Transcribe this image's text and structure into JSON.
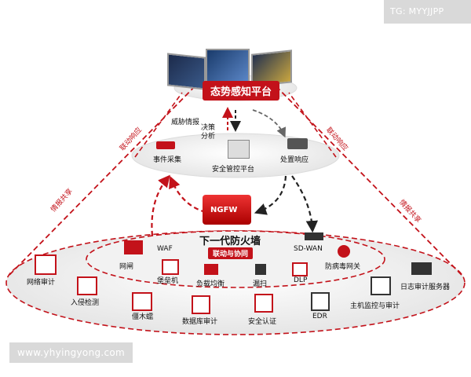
{
  "watermark_top": "TG: MYYJJPP",
  "watermark_bottom": "www.yhyingyong.com",
  "top": {
    "platform": "态势感知平台",
    "threat": "威胁情报",
    "decision": "决策",
    "analysis": "分析"
  },
  "middle": {
    "collect": "事件采集",
    "platform": "安全管控平台",
    "respond": "处置响应"
  },
  "edges": {
    "linkage_left": "联动响应",
    "linkage_right": "联动响应",
    "share_left": "情报共享",
    "share_right": "情报共享"
  },
  "ngfw": {
    "logo": "NGFW",
    "title": "下一代防火墙",
    "linkage": "联动与协同"
  },
  "inner_devices": [
    "网闸",
    "WAF",
    "堡垒机",
    "负载均衡",
    "漏扫",
    "DLP",
    "SD-WAN",
    "防病毒网关"
  ],
  "outer_devices": [
    "网络审计",
    "入侵检测",
    "僵木蠕",
    "数据库审计",
    "安全认证",
    "EDR",
    "主机监控与审计",
    "日志审计服务器"
  ],
  "colors": {
    "accent": "#c3121a",
    "ellipse": "#ececec"
  }
}
